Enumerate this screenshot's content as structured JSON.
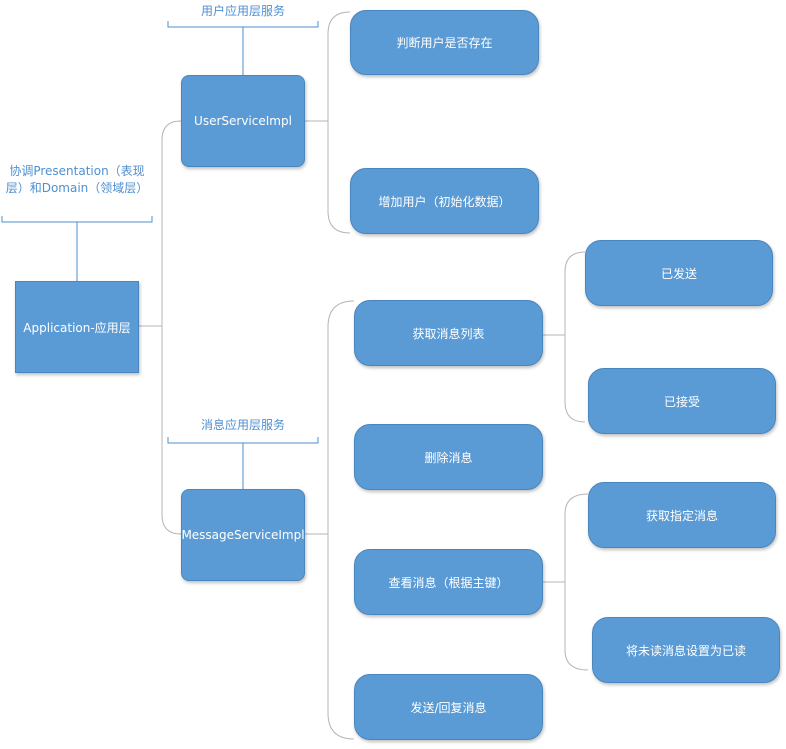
{
  "root": {
    "label": "Application-应用层"
  },
  "callouts": {
    "root_note": "协调Presentation（表现层）和Domain（领域层）",
    "user_note": "用户应用层服务",
    "message_note": "消息应用层服务"
  },
  "user_service": {
    "label": "UserServiceImpl",
    "children": [
      "判断用户是否存在",
      "增加用户（初始化数据）"
    ]
  },
  "message_service": {
    "label": "MessageServiceImpl",
    "children": [
      {
        "label": "获取消息列表",
        "children": [
          "已发送",
          "已接受"
        ]
      },
      {
        "label": "删除消息"
      },
      {
        "label": "查看消息（根据主键）",
        "children": [
          "获取指定消息",
          "将未读消息设置为已读"
        ]
      },
      {
        "label": "发送/回复消息"
      }
    ]
  },
  "colors": {
    "node_fill": "#5b9bd5",
    "line": "#b4b4b4",
    "callout": "#4f8fcf"
  }
}
